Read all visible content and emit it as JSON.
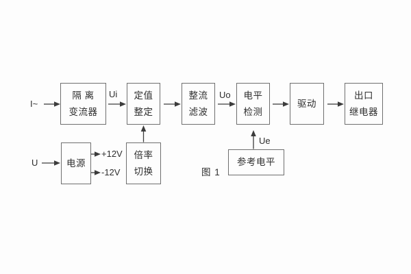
{
  "diagram": {
    "caption": "图 1",
    "labels": {
      "input_current": "I~",
      "input_voltage": "U",
      "ui": "Ui",
      "uo": "Uo",
      "ue": "Ue",
      "plus12": "+12V",
      "minus12": "-12V"
    },
    "blocks": {
      "isolation": {
        "line1": "隔 离",
        "line2": "变流器"
      },
      "setting": {
        "line1": "定值",
        "line2": "整定"
      },
      "rectifier": {
        "line1": "整流",
        "line2": "滤波"
      },
      "level_detect": {
        "line1": "电平",
        "line2": "检测"
      },
      "drive": {
        "label": "驱动"
      },
      "output_relay": {
        "line1": "出口",
        "line2": "继电器"
      },
      "power": {
        "label": "电源"
      },
      "ratio_switch": {
        "line1": "倍率",
        "line2": "切换"
      },
      "reference_level": {
        "label": "参考电平"
      }
    },
    "colors": {
      "line": "#3c3c3c",
      "box_border": "#6e6e6e",
      "text": "#2e2e2e",
      "background": "#fdfdfd"
    }
  }
}
